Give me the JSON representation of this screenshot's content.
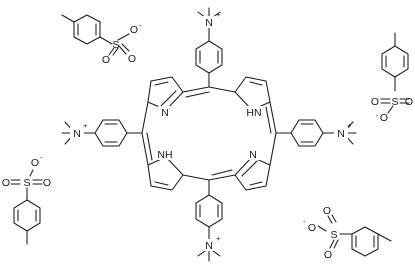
{
  "molecule": {
    "core": {
      "pyrrole_n": "N",
      "pyrrole_nh": "HN",
      "pyrrole_nh_alt": "NH"
    },
    "quaternary_ammonium": {
      "nitrogen": "N",
      "charge": "+"
    },
    "counterion": {
      "sulfur": "S",
      "oxygen": "O",
      "charge": "-"
    }
  }
}
